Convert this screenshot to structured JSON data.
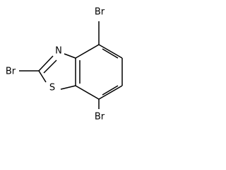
{
  "structure": {
    "atoms": {
      "br_top": "Br",
      "br_left": "Br",
      "br_bottom": "Br",
      "nitrogen": "N",
      "sulfur": "S"
    }
  }
}
